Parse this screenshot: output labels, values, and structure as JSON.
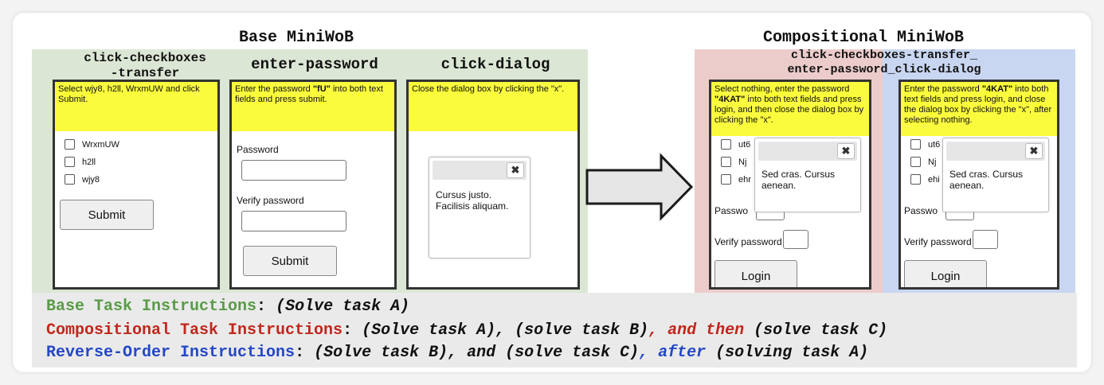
{
  "headings": {
    "base": "Base MiniWoB",
    "compositional": "Compositional MiniWoB"
  },
  "tasks": {
    "checkboxes": {
      "name_line1": "click-checkboxes",
      "name_line2": "-transfer",
      "prompt": "Select wjy8, h2ll, WrxmUW and click Submit.",
      "options": [
        "WrxmUW",
        "h2ll",
        "wjy8"
      ],
      "submit": "Submit"
    },
    "password": {
      "name": "enter-password",
      "prompt_pre": "Enter the password ",
      "prompt_pw": "\"fU\"",
      "prompt_post": " into both text fields and press submit.",
      "password_label": "Password",
      "verify_label": "Verify password",
      "submit": "Submit"
    },
    "dialog": {
      "name": "click-dialog",
      "prompt": "Close the dialog box by clicking the \"x\".",
      "close_glyph": "✖",
      "text": "Cursus justo. Facilisis aliquam."
    }
  },
  "composite": {
    "name_line1": "click-checkboxes-transfer_",
    "name_line2": "enter-password_click-dialog",
    "left": {
      "prompt_pre": "Select nothing, enter the password ",
      "prompt_pw": "\"4KAT\"",
      "prompt_post": " into both text fields and press login, and then close the dialog box by clicking the \"x\".",
      "options": [
        "ut6",
        "Nj",
        "ehr"
      ],
      "dialog_text": "Sed cras. Cursus aenean.",
      "password_label": "Passwo",
      "verify_label": "Verify password",
      "login": "Login"
    },
    "right": {
      "prompt_pre": "Enter the password ",
      "prompt_pw": "\"4KAT\"",
      "prompt_post": " into both text fields and press login, and close the dialog box by clicking the \"x\", after selecting nothing.",
      "options": [
        "ut6",
        "Nj",
        "ehi"
      ],
      "dialog_text": "Sed cras. Cursus aenean.",
      "password_label": "Passwo",
      "verify_label": "Verify password",
      "login": "Login"
    }
  },
  "instructions": {
    "base": {
      "label": "Base Task Instructions",
      "sep": ": ",
      "parts": [
        "(Solve task A)"
      ]
    },
    "compositional": {
      "label": "Compositional Task Instructions",
      "sep": ": ",
      "p1": "(Solve task A), (solve task B)",
      "connector": ", and then",
      "p2": " (solve task C)"
    },
    "reverse": {
      "label": "Reverse-Order Instructions",
      "sep": ": ",
      "p1": "(Solve task B), and (solve task C)",
      "connector": ", after",
      "p2": " (solving task A)"
    }
  },
  "colors": {
    "base_label": "#5a9a47",
    "comp_label": "#c0271c",
    "reverse_label": "#2447c4",
    "green_panel": "#dbe6d4",
    "red_panel": "#eccccb",
    "blue_panel": "#c9d6f1",
    "prompt_yellow": "#fbfb3e"
  }
}
